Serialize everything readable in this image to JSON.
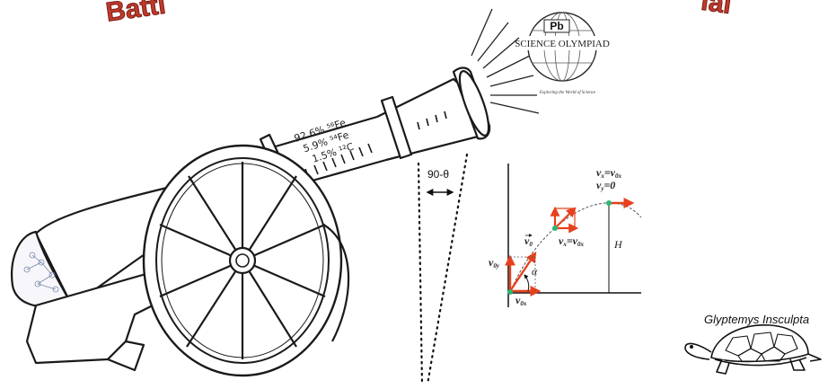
{
  "banner": {
    "left_text": "Battl",
    "right_text": "ial",
    "color": "#c0392b"
  },
  "logo": {
    "element": "Pb",
    "name": "SCIENCE OLYMPIAD",
    "tagline": "Exploring the World of Science"
  },
  "cannon_label": {
    "line1": "92.6% ⁵⁶Fe",
    "line2": "5.9% ⁵⁴Fe",
    "line3": "1.5% ¹²C"
  },
  "angle_label": "90-θ",
  "projectile_diagram": {
    "top_vx": "v",
    "top_vx_eq": "=v",
    "top_vy": "v",
    "top_vy_eq": "=0",
    "v0": "v",
    "v0y": "v",
    "v0x": "v",
    "mid_vx": "v",
    "mid_vx_eq": "=v",
    "alpha": "α",
    "height": "H",
    "arrow_color": "#e8401c",
    "point_color": "#2bb673"
  },
  "turtle_caption": "Glyptemys Insculpta"
}
